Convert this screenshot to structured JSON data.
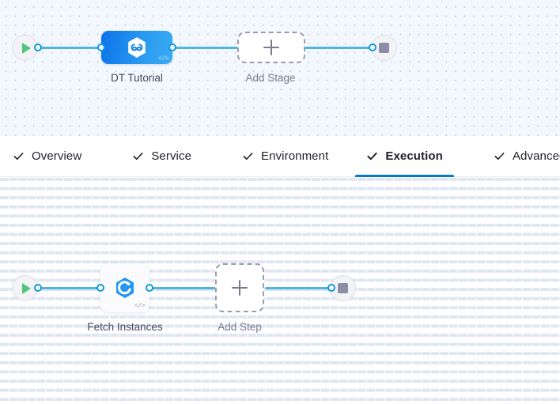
{
  "stage_canvas": {
    "name": "pipeline-stage-canvas",
    "background_color": "#f2f8fd",
    "start_node": {
      "icon": "play-icon",
      "title": "Start"
    },
    "end_node": {
      "icon": "stop-icon",
      "title": "End"
    },
    "stage": {
      "label": "DT Tutorial",
      "icon": "harness-infinity-hexagon-icon",
      "code_badge": "</>",
      "gradient_from": "#0c72e8",
      "gradient_to": "#39aaf3"
    },
    "add_stage": {
      "label": "Add Stage",
      "icon": "plus-icon"
    }
  },
  "tabs": {
    "name": "pipeline-stage-tabs",
    "accent_color": "#0278d5",
    "items": [
      {
        "label": "Overview",
        "icon": "check-icon",
        "active": false
      },
      {
        "label": "Service",
        "icon": "check-icon",
        "active": false
      },
      {
        "label": "Environment",
        "icon": "check-icon",
        "active": false
      },
      {
        "label": "Execution",
        "icon": "check-icon",
        "active": true
      },
      {
        "label": "Advanced",
        "icon": "check-icon",
        "active": false
      }
    ]
  },
  "step_canvas": {
    "name": "pipeline-step-canvas",
    "background_color": "#ffffff",
    "start_node": {
      "icon": "play-icon",
      "title": "Start"
    },
    "end_node": {
      "icon": "stop-icon",
      "title": "End"
    },
    "step": {
      "label": "Fetch Instances",
      "icon": "aws-hexagon-icon",
      "code_badge": "</>"
    },
    "add_step": {
      "label": "Add Step",
      "icon": "plus-icon"
    }
  },
  "colors": {
    "connector": "#4eb4e4",
    "connector_dot": "#0f9ae0",
    "play": "#4ec77c",
    "stop": "#8d8da5"
  }
}
